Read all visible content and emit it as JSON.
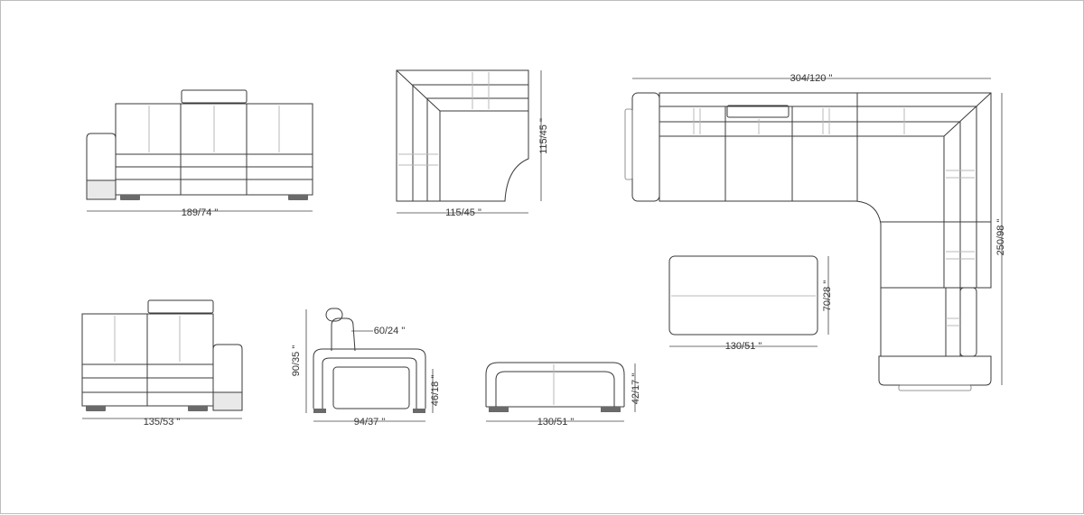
{
  "dimensions": {
    "sofa_front_width": "189/74 \"",
    "corner_width": "115/45 \"",
    "corner_depth": "115/45 \"",
    "sectional_width": "304/120 \"",
    "sectional_depth": "250/98 \"",
    "table_width": "130/51 \"",
    "table_depth": "70/28 \"",
    "loveseat_width": "135/53 \"",
    "side_depth": "94/37 \"",
    "side_height": "90/35 \"",
    "side_seat_height": "46/18 \"",
    "side_headrest": "60/24 \"",
    "ottoman_width": "130/51 \"",
    "ottoman_height": "42/17 \""
  },
  "colors": {
    "line": "#3a3a3a",
    "seam": "#b8b8b8",
    "shade": "#e9e9e9"
  }
}
